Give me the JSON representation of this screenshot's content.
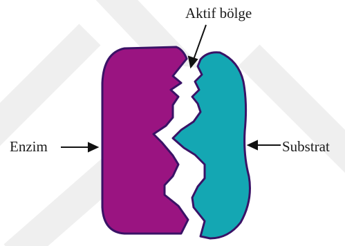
{
  "labels": {
    "active_site": "Aktif bölge",
    "enzyme": "Enzim",
    "substrate": "Substrat"
  },
  "colors": {
    "enzyme_fill": "#9a1481",
    "enzyme_outline": "#3a1266",
    "substrate_fill": "#14a7b3",
    "substrate_outline": "#3a1266",
    "watermark": "#efefef",
    "arrow": "#111111"
  }
}
